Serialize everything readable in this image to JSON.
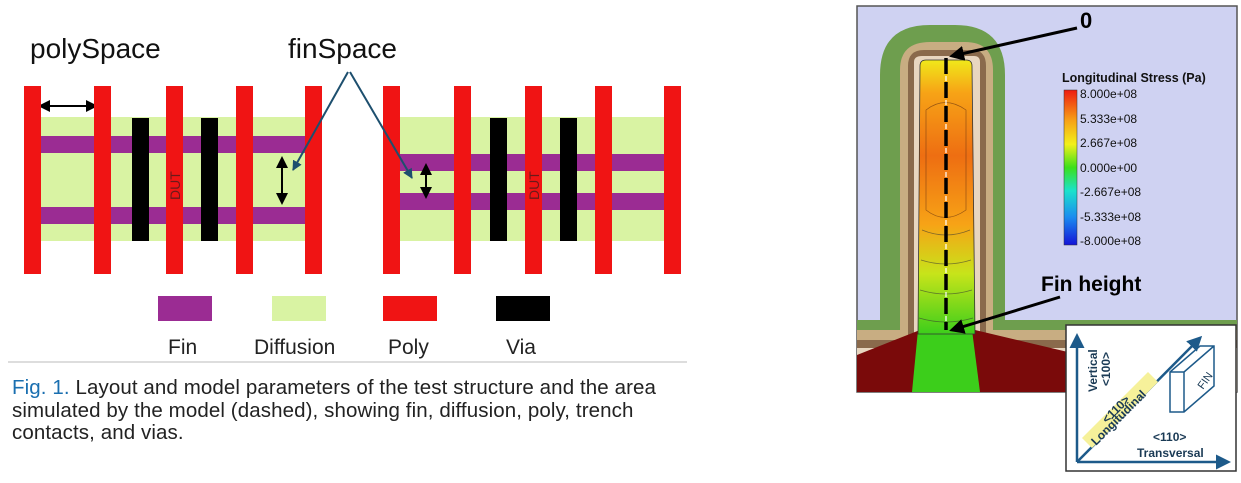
{
  "layout_figure": {
    "poly_space_label": "polySpace",
    "fin_space_label": "finSpace",
    "dut_label": "DUT",
    "legend": [
      {
        "label": "Fin",
        "color": "#9b2c93"
      },
      {
        "label": "Diffusion",
        "color": "#d9f3a3"
      },
      {
        "label": "Poly",
        "color": "#f01414"
      },
      {
        "label": "Via",
        "color": "#000000"
      }
    ]
  },
  "caption": {
    "fig_label": "Fig. 1.",
    "text": "Layout and model parameters of the test structure and the area simulated by the model (dashed), showing fin, diffusion, poly, trench contacts, and vias."
  },
  "simulation": {
    "top_label": "0",
    "fin_height_label": "Fin height",
    "colorbar": {
      "title": "Longitudinal Stress (Pa)",
      "ticks": [
        "8.000e+08",
        "5.333e+08",
        "2.667e+08",
        "0.000e+00",
        "-2.667e+08",
        "-5.333e+08",
        "-8.000e+08"
      ]
    },
    "axes_inset": {
      "vertical_label": "Vertical",
      "vertical_dir": "<100>",
      "longitudinal_label": "Longitudinal",
      "longitudinal_dir": "<110>",
      "transversal_label": "Transversal",
      "transversal_dir": "<110>",
      "fin_label": "FIN"
    }
  },
  "colors": {
    "poly": "#f01414",
    "fin": "#9b2c93",
    "diffusion": "#d9f3a3",
    "via": "#000000",
    "background_sim": "#cfd2f2",
    "substrate": "#7a0a0a",
    "caption_label": "#1a6fb0"
  }
}
